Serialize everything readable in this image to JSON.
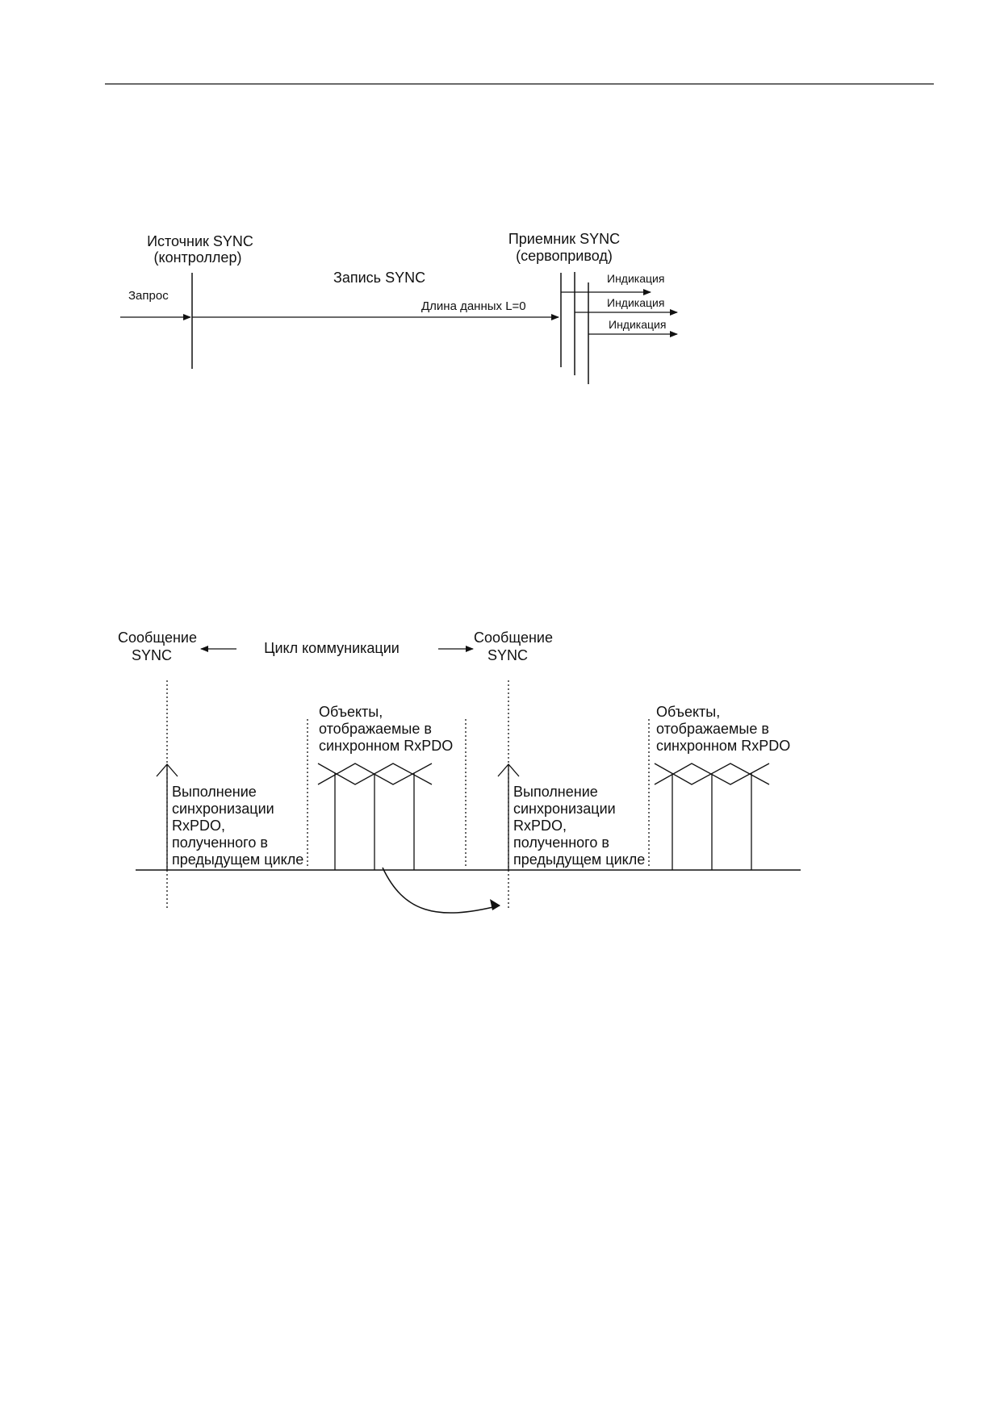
{
  "diagram1": {
    "source_title": "Источник SYNC",
    "source_sub": "(контроллер)",
    "receiver_title": "Приемник SYNC",
    "receiver_sub": "(сервопривод)",
    "request": "Запрос",
    "write": "Запись SYNC",
    "data_length": "Длина данных L=0",
    "indications": [
      "Индикация",
      "Индикация",
      "Индикация"
    ]
  },
  "diagram2": {
    "sync_left": [
      "Сообщение",
      "SYNC"
    ],
    "sync_right": [
      "Сообщение",
      "SYNC"
    ],
    "cycle": "Цикл коммуникации",
    "objects_left": [
      "Объекты,",
      "отображаемые в",
      "синхронном RxPDO"
    ],
    "objects_right": [
      "Объекты,",
      "отображаемые в",
      "синхронном RxPDO"
    ],
    "exec_left": [
      "Выполнение",
      "синхронизации",
      "RxPDO,",
      "полученного в",
      "предыдущем цикле"
    ],
    "exec_right": [
      "Выполнение",
      "синхронизации",
      "RxPDO,",
      "полученного в",
      "предыдущем цикле"
    ]
  },
  "colors": {
    "ink": "#111111",
    "background": "#ffffff"
  }
}
